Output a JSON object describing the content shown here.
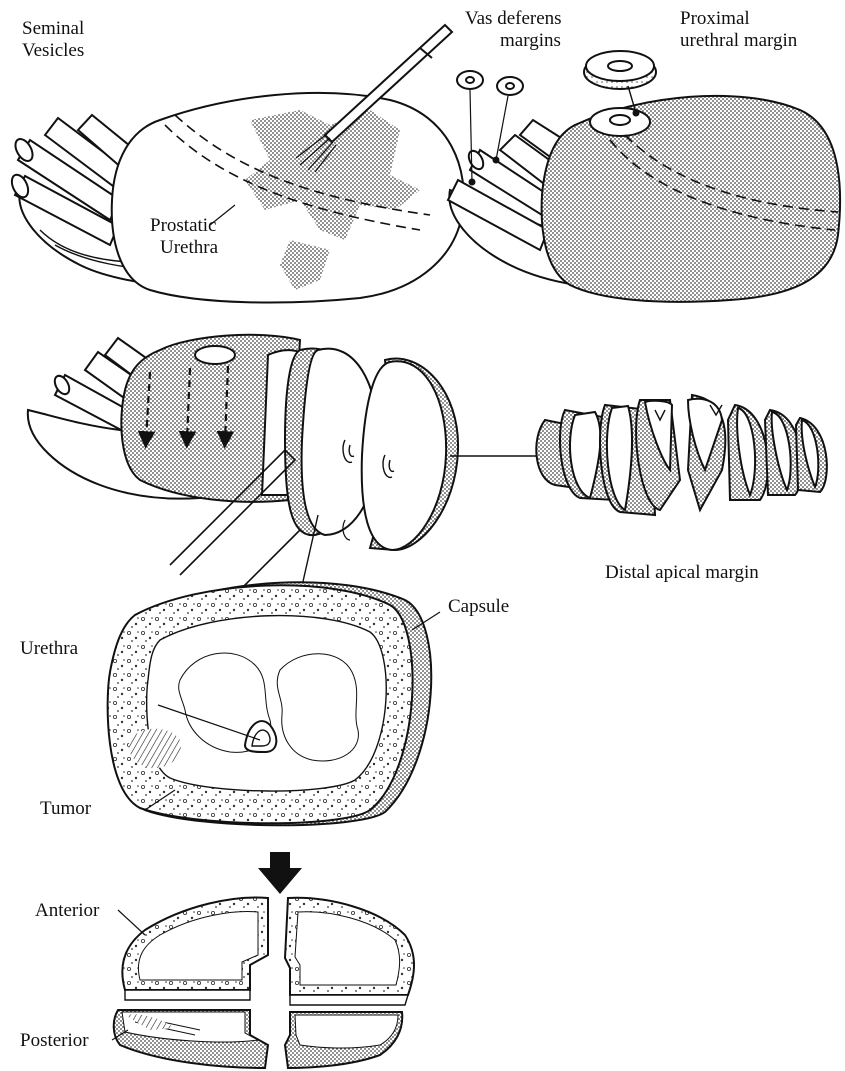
{
  "labels": {
    "seminal_vesicles_1": "Seminal",
    "seminal_vesicles_2": "Vesicles",
    "vas_deferens_1": "Vas deferens",
    "vas_deferens_2": "margins",
    "proximal_1": "Proximal",
    "proximal_2": "urethral margin",
    "prostatic_urethra_1": "Prostatic",
    "prostatic_urethra_2": "Urethra",
    "distal_apical_margin": "Distal apical margin",
    "capsule": "Capsule",
    "urethra": "Urethra",
    "tumor": "Tumor",
    "anterior": "Anterior",
    "posterior": "Posterior"
  },
  "colors": {
    "ink": "#111111",
    "stipple": "#8a8a8a",
    "paper": "#ffffff"
  }
}
